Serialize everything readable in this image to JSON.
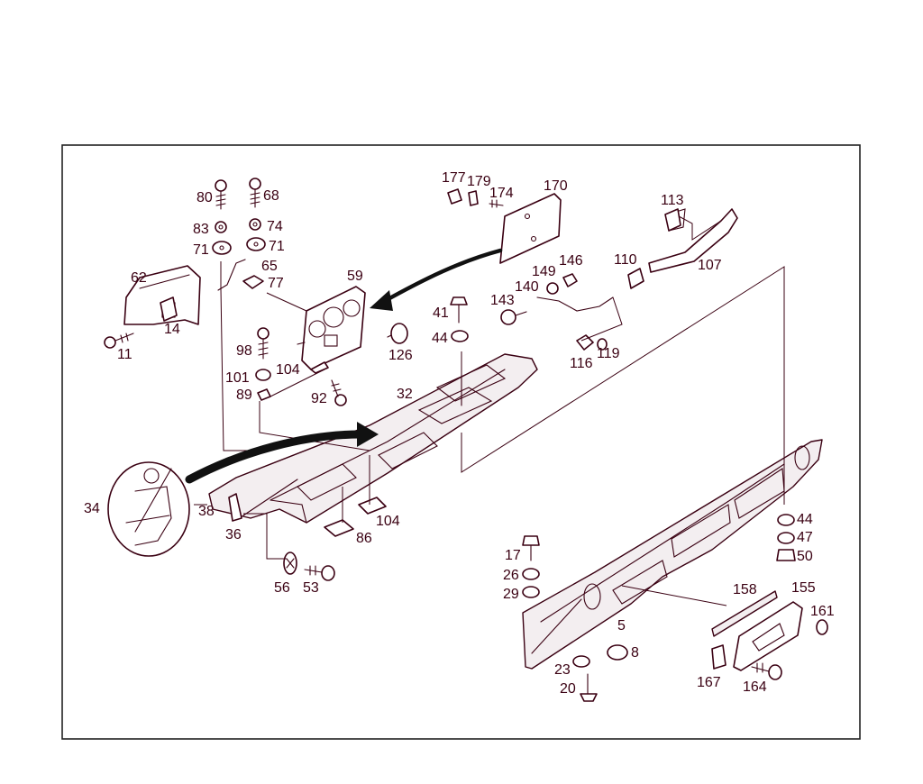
{
  "labels": {
    "p5": "5",
    "p8": "8",
    "p11": "11",
    "p14": "14",
    "p17": "17",
    "p20": "20",
    "p23": "23",
    "p26": "26",
    "p29": "29",
    "p32": "32",
    "p34": "34",
    "p36": "36",
    "p38": "38",
    "p41": "41",
    "p44a": "44",
    "p44b": "44",
    "p47": "47",
    "p50": "50",
    "p53": "53",
    "p56": "56",
    "p59": "59",
    "p62": "62",
    "p65": "65",
    "p68": "68",
    "p71a": "71",
    "p71b": "71",
    "p74": "74",
    "p77": "77",
    "p80": "80",
    "p83": "83",
    "p86": "86",
    "p89": "89",
    "p92": "92",
    "p98": "98",
    "p101": "101",
    "p104a": "104",
    "p104b": "104",
    "p107": "107",
    "p110": "110",
    "p113": "113",
    "p116": "116",
    "p119": "119",
    "p126": "126",
    "p140": "140",
    "p143": "143",
    "p146": "146",
    "p149": "149",
    "p155": "155",
    "p158": "158",
    "p161": "161",
    "p164": "164",
    "p167": "167",
    "p170": "170",
    "p174": "174",
    "p177": "177",
    "p179": "179"
  },
  "colors": {
    "line": "#3a0012",
    "frame": "#222222",
    "arrow": "#111111"
  }
}
